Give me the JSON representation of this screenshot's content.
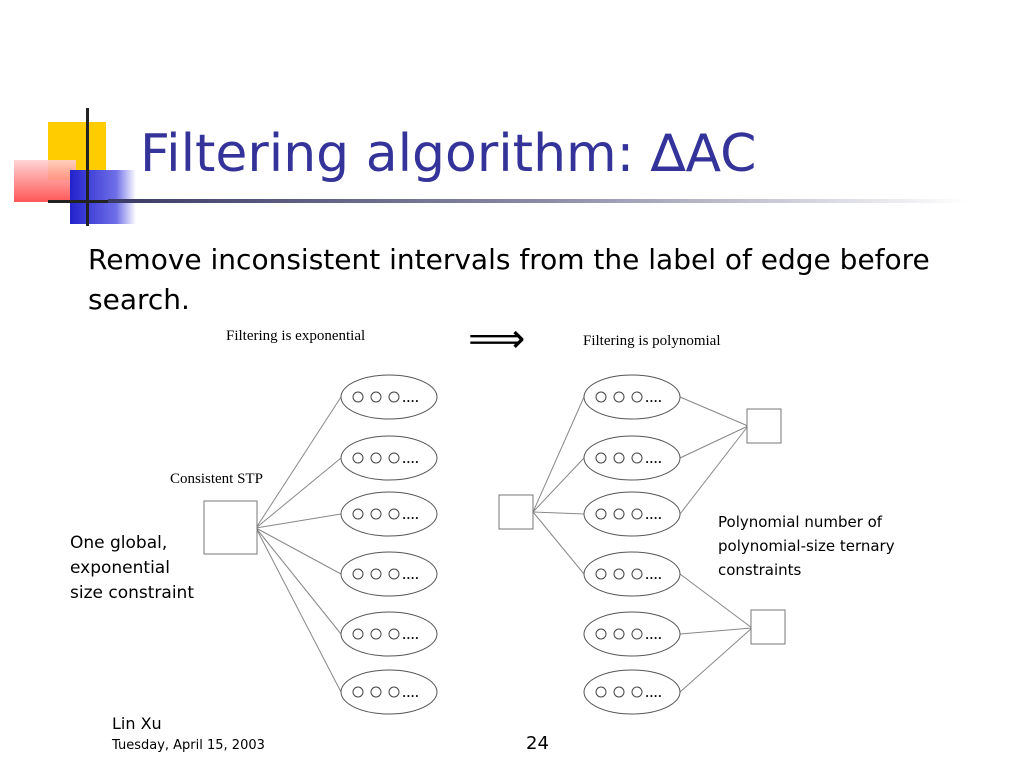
{
  "slide": {
    "title": "Filtering algorithm: ∆AC",
    "subtitle": "Remove inconsistent intervals from the label of edge before search."
  },
  "diagram": {
    "left_heading": "Filtering is exponential",
    "right_heading": "Filtering is polynomial",
    "consistent_stp_label": "Consistent STP",
    "left_note_lines": [
      "One global,",
      "exponential",
      "size constraint"
    ],
    "right_note_lines": [
      "Polynomial number of",
      "polynomial-size ternary",
      "constraints"
    ],
    "node_ellipsis": "....",
    "arrow_symbol": "⟹"
  },
  "footer": {
    "author": "Lin Xu",
    "date": "Tuesday, April 15, 2003",
    "page_number": "24"
  },
  "colors": {
    "title": "#333399",
    "deco_yellow": "#ffcc00",
    "deco_blue": "#3333cc",
    "deco_red": "#ff5555"
  }
}
